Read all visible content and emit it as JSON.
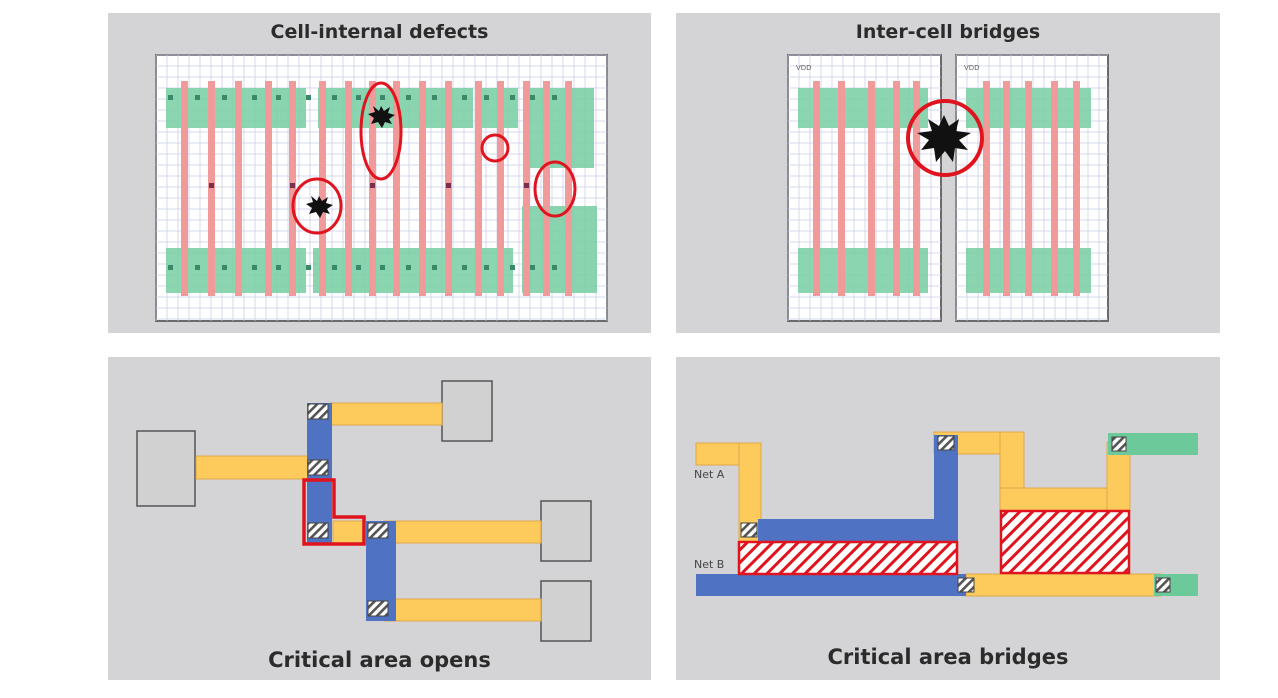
{
  "panels": {
    "cell_internal": {
      "title": "Cell-internal defects"
    },
    "inter_cell": {
      "title": "Inter-cell bridges",
      "cell_left_label": "VDD",
      "cell_right_label": "VDD"
    },
    "opens": {
      "title": "Critical area opens"
    },
    "bridges": {
      "title": "Critical area bridges",
      "net_a_label": "Net A",
      "net_b_label": "Net B"
    }
  },
  "colors": {
    "panel_bg": "#d4d4d6",
    "metal_yellow": "#fdca5c",
    "metal_blue": "#4f73c2",
    "metal_green": "#6cc99a",
    "defect_red": "#e0141e",
    "poly_red": "#f19a9a",
    "diffusion_green": "#6fc79a",
    "pad_gray": "#d1d1d1"
  }
}
